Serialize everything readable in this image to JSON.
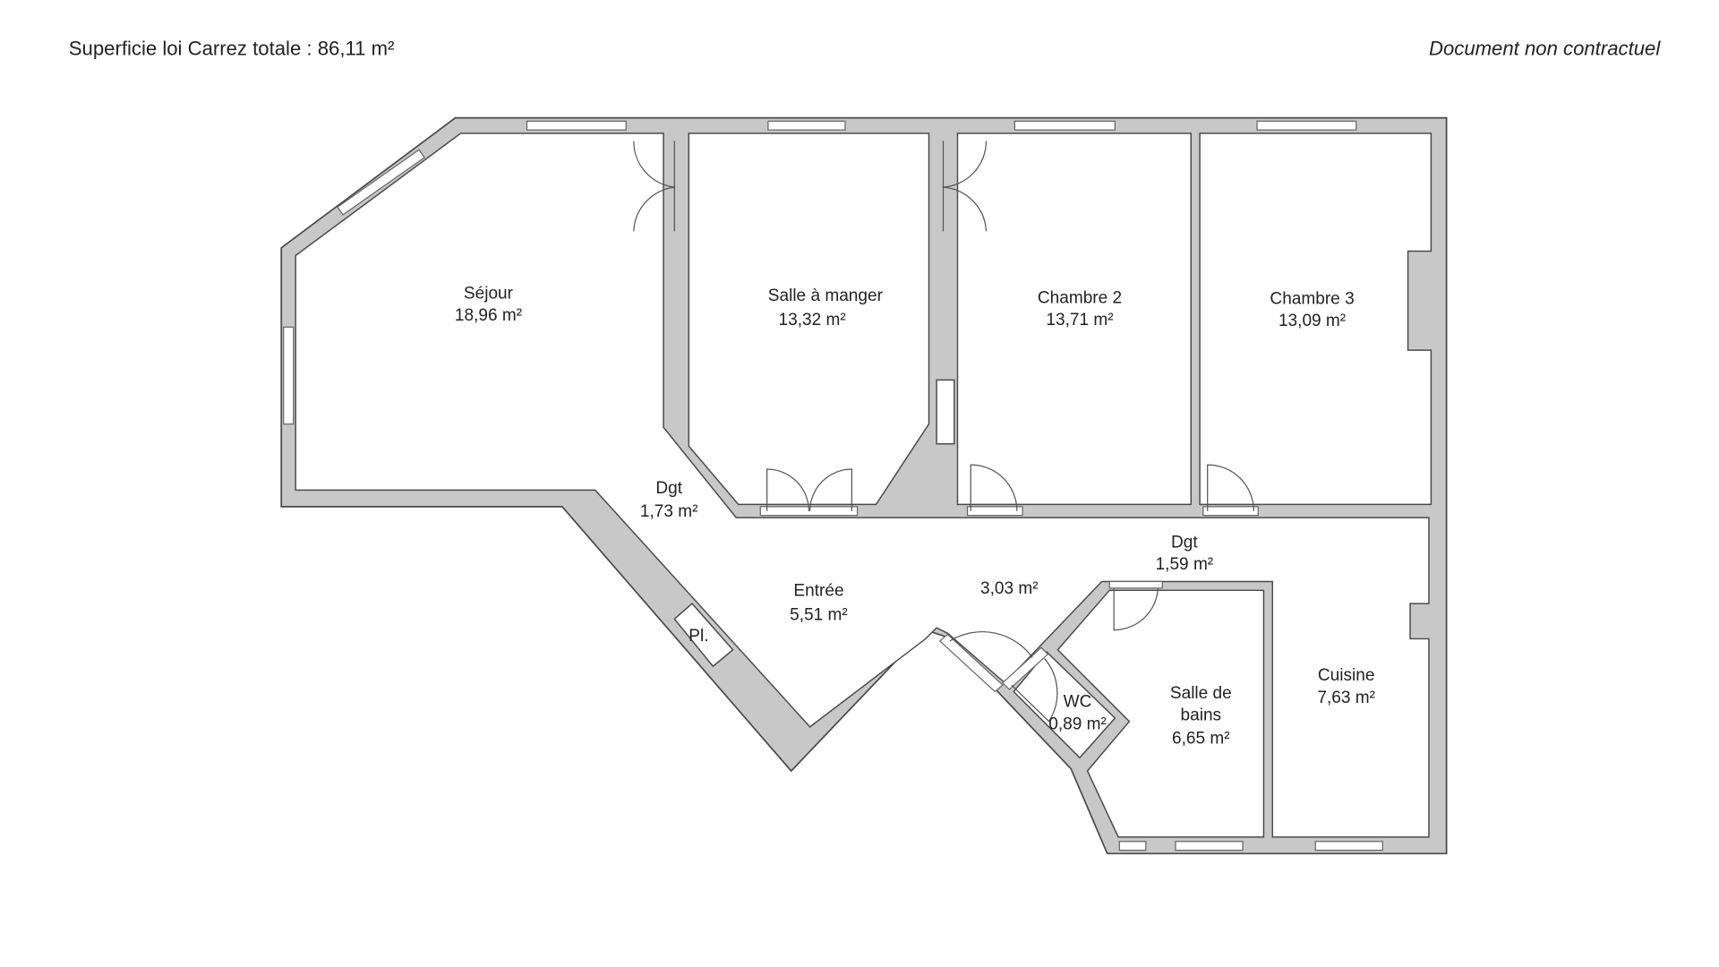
{
  "header": {
    "total_area": "Superficie loi Carrez totale :  86,11 m²",
    "disclaimer": "Document non contractuel"
  },
  "rooms": [
    {
      "name": "Séjour",
      "area": "18,96 m²"
    },
    {
      "name": "Salle à manger",
      "area": "13,32 m²"
    },
    {
      "name": "Chambre 2",
      "area": "13,71 m²"
    },
    {
      "name": "Chambre 3",
      "area": "13,09 m²"
    },
    {
      "name": "Dgt",
      "area": "1,73 m²"
    },
    {
      "name": "Dgt",
      "area": "1,59 m²"
    },
    {
      "name": "Entrée",
      "area": "5,51 m²"
    },
    {
      "name": "",
      "area": "3,03 m²"
    },
    {
      "name": "WC",
      "area": "0,89 m²"
    },
    {
      "name": "Salle de",
      "name2": "bains",
      "area": "6,65 m²"
    },
    {
      "name": "Cuisine",
      "area": "7,63 m²"
    },
    {
      "name": "Pl.",
      "area": ""
    }
  ],
  "colors": {
    "wall": "#c8c8c8",
    "outline": "#4a4a4a"
  }
}
